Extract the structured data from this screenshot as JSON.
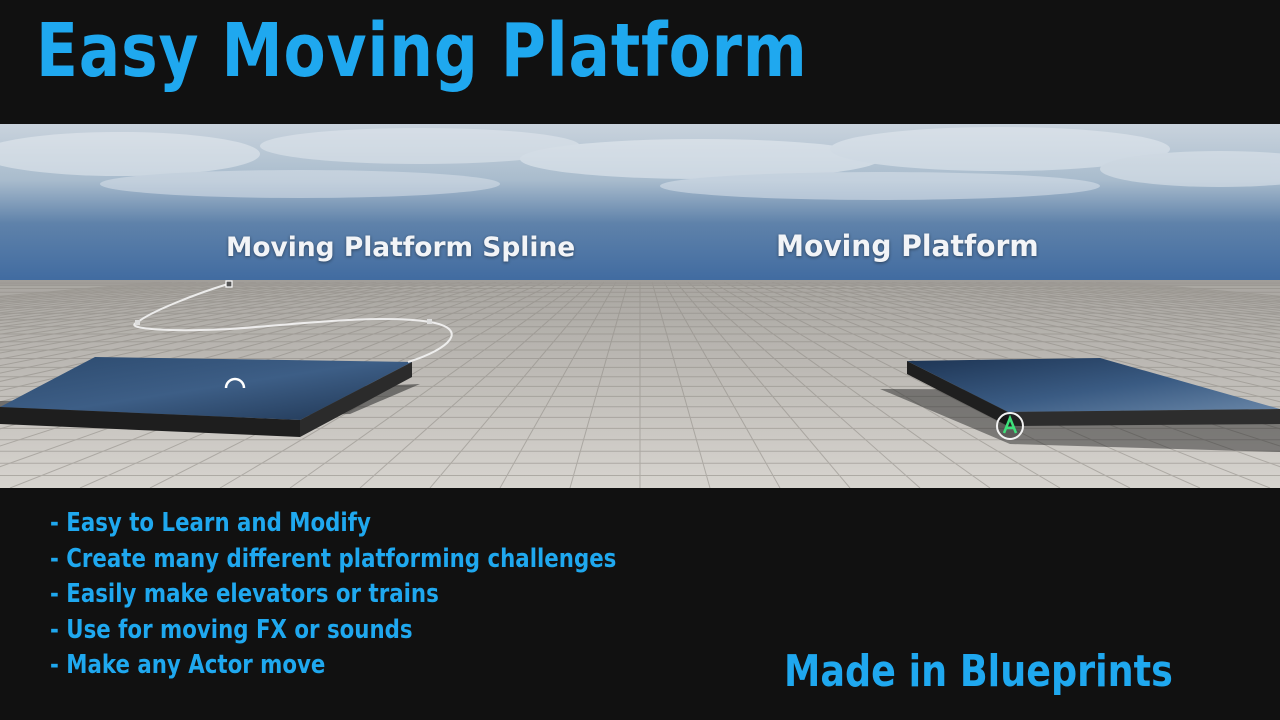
{
  "colors": {
    "accent": "#1fa8ef",
    "background": "#111111",
    "label": "#f2f4f7",
    "gizmo": "#3ee07a"
  },
  "header": {
    "title": "Easy Moving Platform"
  },
  "scene": {
    "labels": {
      "spline": "Moving Platform Spline",
      "platform": "Moving Platform"
    }
  },
  "features": [
    "- Easy to Learn and Modify",
    "- Create many different platforming challenges",
    "- Easily make elevators or trains",
    "- Use for moving FX or sounds",
    "- Make any Actor move"
  ],
  "footer": {
    "tagline": "Made in Blueprints"
  }
}
